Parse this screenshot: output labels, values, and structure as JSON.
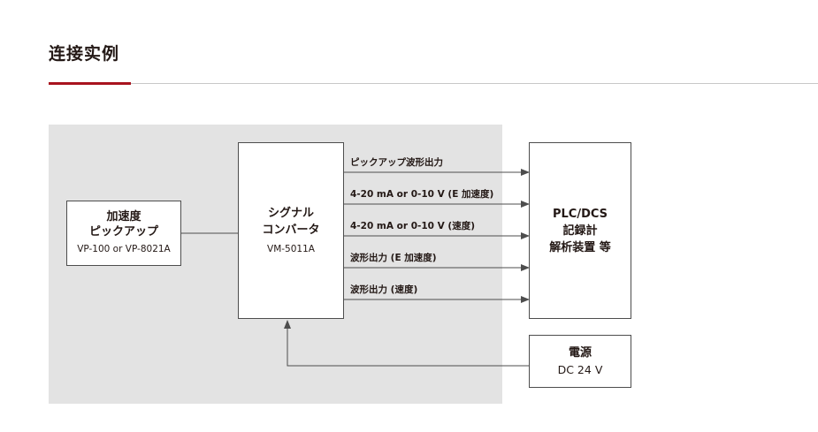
{
  "heading": "连接实例",
  "colors": {
    "accent": "#a8141e",
    "panel": "#e3e3e3",
    "line": "#4d4d4d"
  },
  "diagram": {
    "sensor": {
      "line1": "加速度",
      "line2": "ピックアップ",
      "line3": "VP-100 or VP-8021A"
    },
    "converter": {
      "line1": "シグナル",
      "line2": "コンバータ",
      "line3": "VM-5011A"
    },
    "plc": {
      "line1": "PLC/DCS",
      "line2": "記録計",
      "line3": "解析装置 等"
    },
    "power": {
      "line1": "電源",
      "line2": "DC 24 V"
    },
    "signals": [
      "ピックアップ波形出力",
      "4-20 mA or 0-10 V (E 加速度)",
      "4-20 mA or 0-10 V (速度)",
      "波形出力 (E 加速度)",
      "波形出力 (速度)"
    ]
  }
}
